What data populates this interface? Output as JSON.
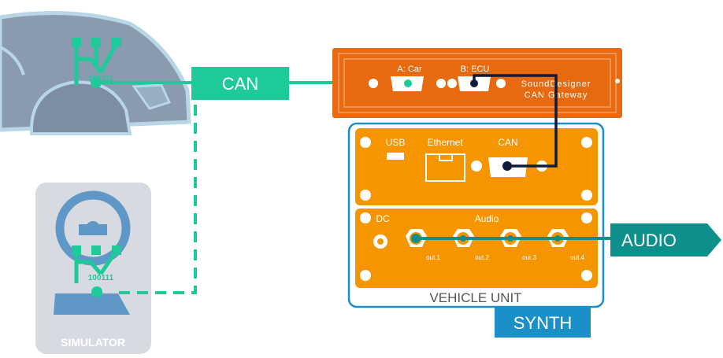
{
  "labels": {
    "can": "CAN",
    "audio": "AUDIO",
    "simulator": "SIMULATOR",
    "vehicle_unit": "VEHICLE UNIT",
    "synth": "SYNTH"
  },
  "gateway": {
    "port_a": "A: Car",
    "port_b": "B: ECU",
    "name_line1": "SoundDesigner",
    "name_line2": "CAN Gateway"
  },
  "vehicle_unit": {
    "usb": "USB",
    "ethernet": "Ethernet",
    "can": "CAN",
    "dc": "DC",
    "audio": "Audio",
    "outputs": [
      "out.1",
      "out.2",
      "out.3",
      "out.4"
    ]
  },
  "logo_text": "100111",
  "colors": {
    "can_green": "#1ec99a",
    "audio_teal": "#0f8f8c",
    "gateway_orange": "#e86a10",
    "unit_orange": "#f59500",
    "synth_blue": "#1a8fc8",
    "car_grey": "#8a9bb0",
    "cable_navy": "#0f1b3d"
  }
}
